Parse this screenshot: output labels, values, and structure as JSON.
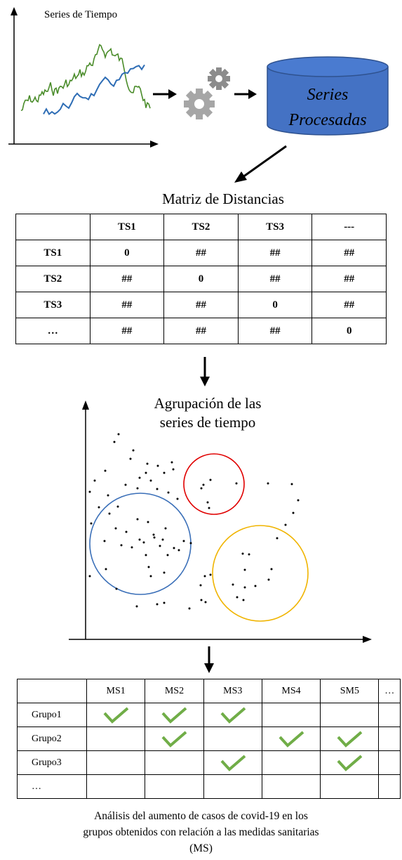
{
  "top_chart": {
    "title": "Series de Tiempo"
  },
  "database": {
    "label_line1": "Series",
    "label_line2": "Procesadas"
  },
  "distance_matrix": {
    "title": "Matriz de Distancias",
    "headers": [
      "",
      "TS1",
      "TS2",
      "TS3",
      "---"
    ],
    "rows": [
      [
        "TS1",
        "0",
        "##",
        "##",
        "##"
      ],
      [
        "TS2",
        "##",
        "0",
        "##",
        "##"
      ],
      [
        "TS3",
        "##",
        "##",
        "0",
        "##"
      ],
      [
        "…",
        "##",
        "##",
        "##",
        "0"
      ]
    ]
  },
  "clustering": {
    "title_line1": "Agrupación de las",
    "title_line2": "series de tiempo",
    "colors": {
      "red": "#e00000",
      "blue": "#3a6fb8",
      "yellow": "#f0b400"
    }
  },
  "measures_table": {
    "headers": [
      "",
      "MS1",
      "MS2",
      "MS3",
      "MS4",
      "SM5",
      "…"
    ],
    "rows": [
      {
        "label": "Grupo1",
        "checks": [
          true,
          true,
          true,
          false,
          false,
          false
        ]
      },
      {
        "label": "Grupo2",
        "checks": [
          false,
          true,
          false,
          true,
          true,
          false
        ]
      },
      {
        "label": "Grupo3",
        "checks": [
          false,
          false,
          true,
          false,
          true,
          false
        ]
      },
      {
        "label": "…",
        "checks": [
          false,
          false,
          false,
          false,
          false,
          false
        ]
      }
    ],
    "check_color": "#70ad47"
  },
  "caption": {
    "line1": "Análisis del aumento de casos de covid-19 en los",
    "line2": "grupos obtenidos con relación a las medidas sanitarias",
    "line3": "(MS)"
  }
}
